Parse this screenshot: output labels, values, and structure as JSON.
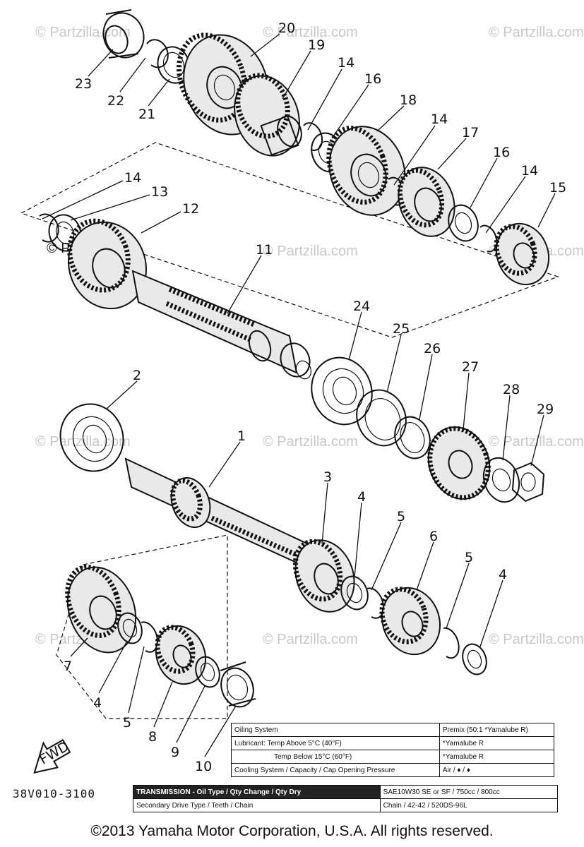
{
  "callouts": {
    "n1": "1",
    "n2": "2",
    "n3": "3",
    "n4a": "4",
    "n4b": "4",
    "n4c": "4",
    "n5a": "5",
    "n5b": "5",
    "n5c": "5",
    "n6": "6",
    "n7": "7",
    "n8": "8",
    "n9": "9",
    "n10": "10",
    "n11": "11",
    "n12": "12",
    "n13": "13",
    "n14a": "14",
    "n14b": "14",
    "n14c": "14",
    "n14d": "14",
    "n15": "15",
    "n16a": "16",
    "n16b": "16",
    "n17": "17",
    "n18": "18",
    "n19": "19",
    "n20": "20",
    "n21": "21",
    "n22": "22",
    "n23": "23",
    "n24": "24",
    "n25": "25",
    "n26": "26",
    "n27": "27",
    "n28": "28",
    "n29": "29"
  },
  "watermarks": {
    "w1": "© Partzilla.com",
    "w2": "© Partzilla.com",
    "w3": "© Partzilla.com",
    "w4": "© Partzilla.com",
    "w5": "© Partzilla.com",
    "w6": "© Partzilla.com",
    "w7": "© Partzilla.com",
    "w8": "© Partzilla.com",
    "w9": "© Partzilla.com",
    "w10": "© Partzilla.com",
    "w11": "© Partzilla.com",
    "w12": "© Partzilla.com",
    "dark": "© Partzilla.com"
  },
  "fwd_label": "FWD",
  "oil_table": {
    "oiling_label": "Oiling System",
    "oiling_value": "Premix (50:1 *Yamalube R)",
    "lub_above_label": "Lubricant: Temp Above 5°C (40°F)",
    "lub_above_value": "*Yamalube R",
    "lub_below_label": "Temp Below 15°C (60°F)",
    "lub_below_value": "*Yamalube R",
    "cooling_label": "Cooling System / Capacity / Cap Opening Pressure",
    "cooling_value": "Air / ♦ / ♦"
  },
  "trans_table": {
    "trans_label": "TRANSMISSION - Oil Type / Qty Change / Qty Dry",
    "trans_value": "SAE10W30 SE or SF / 750cc / 800cc",
    "secondary_label": "Secondary Drive Type / Teeth / Chain",
    "secondary_value": "Chain / 42-42 / 520DS-96L"
  },
  "part_code": "38V010-3100",
  "copyright": "©2013 Yamaha Motor Corporation, U.S.A. All rights reserved."
}
